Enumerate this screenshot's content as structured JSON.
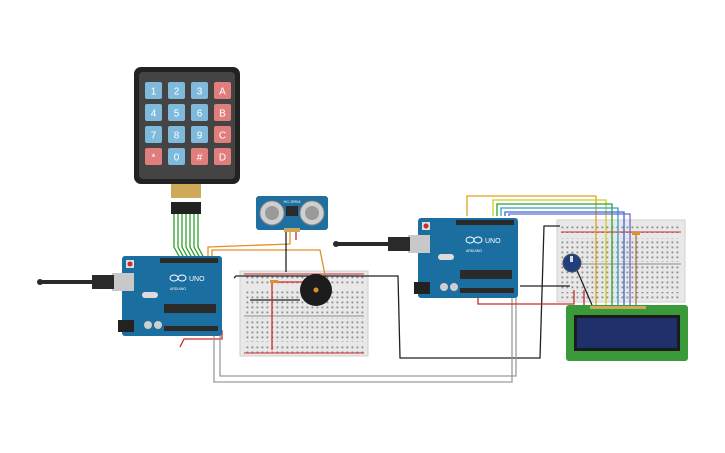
{
  "keypad": {
    "keys": [
      "1",
      "2",
      "3",
      "A",
      "4",
      "5",
      "6",
      "B",
      "7",
      "8",
      "9",
      "C",
      "*",
      "0",
      "#",
      "D"
    ]
  },
  "arduino": {
    "brand": "ARDUINO",
    "model": "UNO"
  },
  "sensor": {
    "label": "HC-SR04"
  },
  "colors": {
    "board": "#1b6fa0",
    "breadboard": "#e8e8e8",
    "key_blue": "#7fb9dc",
    "key_red": "#e07d7d",
    "lcd_green": "#3a9a3a",
    "lcd_screen": "#1e2f6a",
    "wire_green": "#2ca02c",
    "wire_orange": "#e0902a",
    "wire_red": "#cc2b2b",
    "wire_black": "#222222",
    "wire_gray": "#9a9a9a"
  }
}
